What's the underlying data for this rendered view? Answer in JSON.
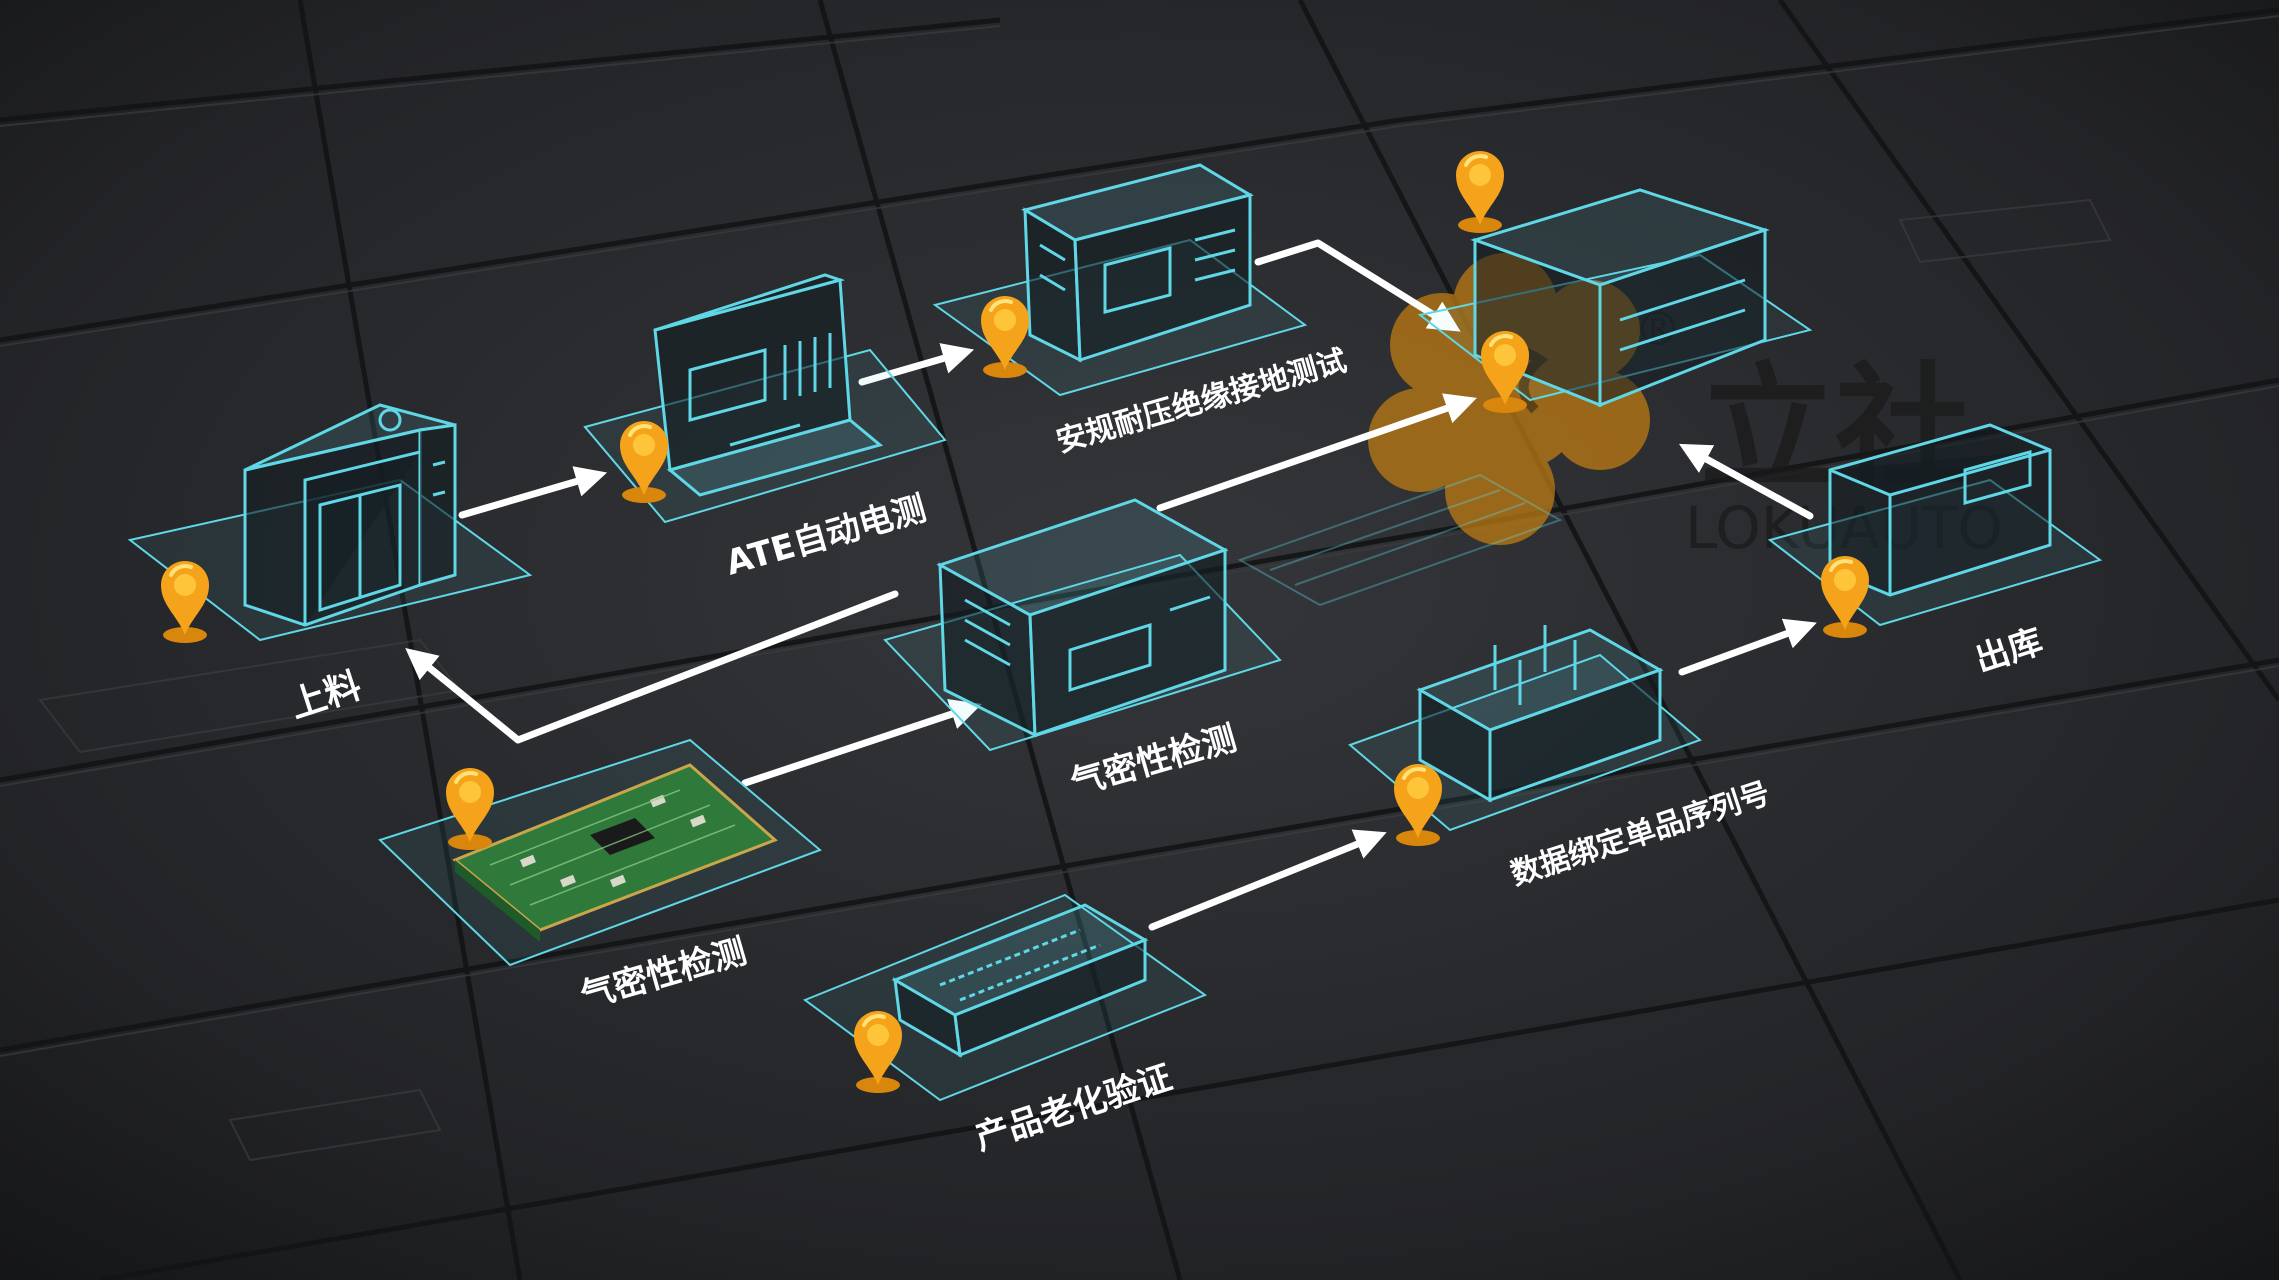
{
  "colors": {
    "background": "#1e1f21",
    "panel": "#26282b",
    "panel_line": "#111213",
    "wire": "#5fd7e6",
    "arrow": "#ffffff",
    "pin": "#f5a31a",
    "pin_highlight": "#ffd34d",
    "label": "#ffffff",
    "logo": "#c47e12",
    "logo_text": "#1a1a1a"
  },
  "stations": {
    "loading": {
      "label": "上料",
      "icon": "cabinet-icon"
    },
    "ate": {
      "label": "ATE自动电测",
      "icon": "test-console-icon"
    },
    "safety": {
      "label": "安规耐压绝缘接地测试",
      "icon": "tester-icon"
    },
    "airtight_box": {
      "label": "气密性检测",
      "icon": "instrument-icon"
    },
    "airtight_pcb": {
      "label": "气密性检测",
      "icon": "circuit-board-icon"
    },
    "aging": {
      "label": "产品老化验证",
      "icon": "aging-rack-icon"
    },
    "binding": {
      "label": "数据绑定单品序列号",
      "icon": "fixture-icon"
    },
    "outbound": {
      "label": "出库",
      "icon": "output-machine-icon"
    }
  },
  "logo": {
    "name": "立社",
    "english": "LOKUAUTO",
    "registered": "®"
  }
}
